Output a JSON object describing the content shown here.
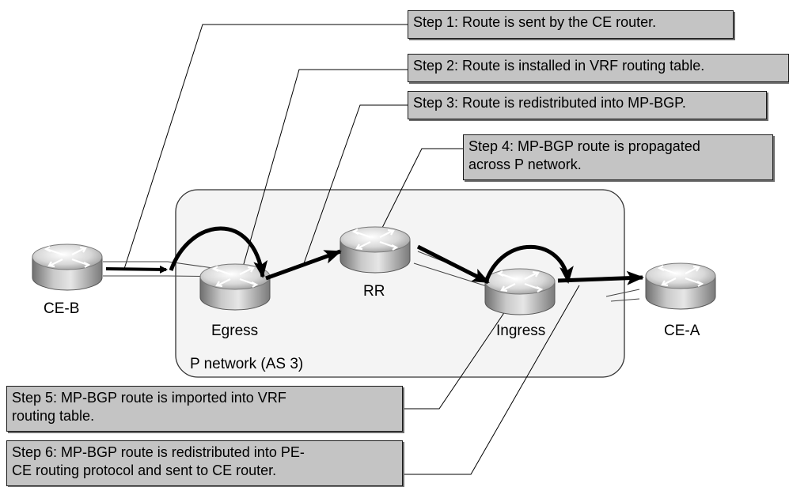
{
  "steps": [
    {
      "id": "step-1",
      "lines": [
        "Step 1: Route is sent by the CE router."
      ]
    },
    {
      "id": "step-2",
      "lines": [
        "Step 2: Route is installed in VRF routing table."
      ]
    },
    {
      "id": "step-3",
      "lines": [
        "Step 3: Route is redistributed into MP-BGP."
      ]
    },
    {
      "id": "step-4",
      "lines": [
        "Step 4: MP-BGP route is propagated",
        "across P network."
      ]
    },
    {
      "id": "step-5",
      "lines": [
        "Step 5: MP-BGP route is imported into VRF",
        "routing table."
      ]
    },
    {
      "id": "step-6",
      "lines": [
        "Step 6: MP-BGP route is redistributed into PE-",
        "CE routing protocol and sent to CE router."
      ]
    }
  ],
  "routers": {
    "ce_b": "CE-B",
    "egress": "Egress",
    "rr": "RR",
    "ingress": "Ingress",
    "ce_a": "CE-A"
  },
  "network": {
    "label": "P network (AS 3)"
  },
  "colors": {
    "step_box_fill": "#c4c4c4",
    "network_fill": "#f4f4f4",
    "router_body": "#a6a6a6"
  },
  "icons": {
    "router": "router-icon"
  }
}
